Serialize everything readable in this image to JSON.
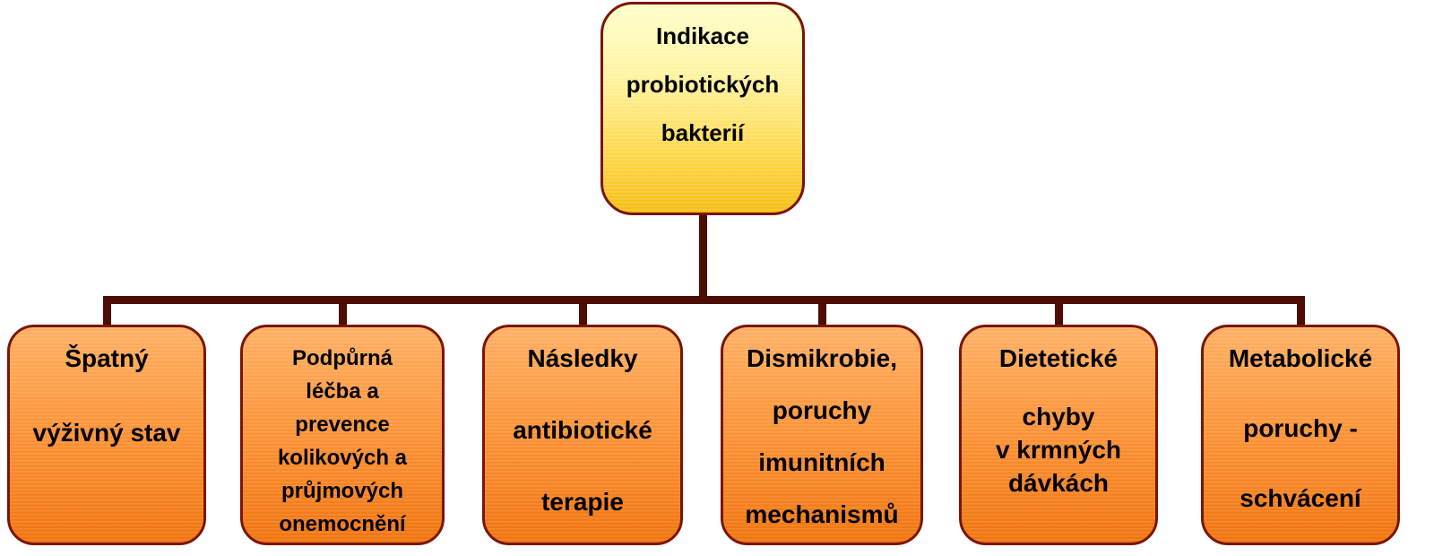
{
  "diagram": {
    "title_box": {
      "lines": [
        "Indikace",
        "probiotických",
        "bakterií"
      ]
    },
    "child_boxes": [
      {
        "lines": [
          "Špatný",
          "výživný stav"
        ]
      },
      {
        "lines": [
          "Podpůrná",
          "léčba a",
          "prevence",
          "kolikových a",
          "průjmových",
          "onemocnění"
        ]
      },
      {
        "lines": [
          "Následky",
          "antibiotické",
          "terapie"
        ]
      },
      {
        "lines": [
          "Dismikrobie,",
          "poruchy",
          "imunitních",
          "mechanismů"
        ]
      },
      {
        "lines": [
          "Dietetické",
          "chyby",
          "v krmných",
          "dávkách"
        ]
      },
      {
        "lines": [
          "Metabolické",
          "poruchy -",
          "schvácení"
        ]
      }
    ],
    "colors": {
      "root_fill_top": "#ffffc9",
      "root_fill_bottom": "#f4bd12",
      "child_fill_top": "#ffb063",
      "child_fill_bottom": "#f0740e",
      "box_border": "#7a1505",
      "connector": "#4d0d05",
      "text": "#000000"
    }
  }
}
